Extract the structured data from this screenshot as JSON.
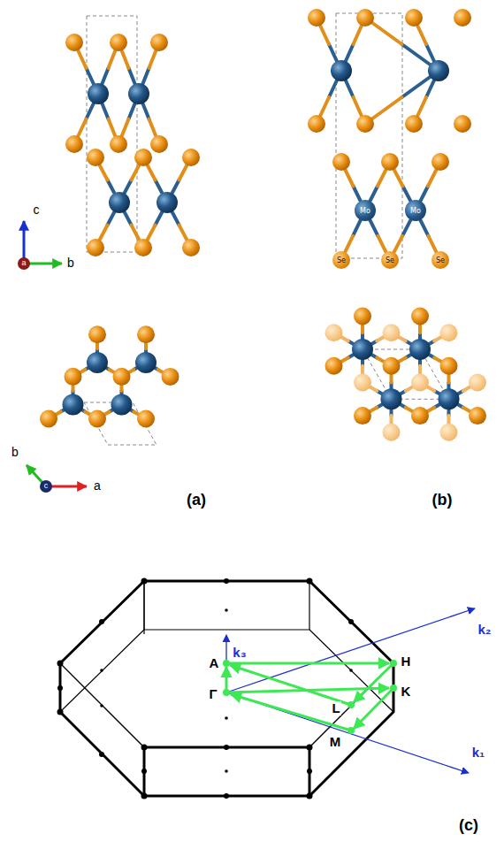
{
  "diagram": {
    "nodes": [
      {
        "text": [
          "Mo"
        ]
      },
      {
        "text": [
          "Mo"
        ]
      },
      {
        "text": [
          "Se"
        ]
      },
      {
        "text": [
          "Se"
        ]
      },
      {
        "text": [
          "Se"
        ]
      }
    ],
    "edges": [
      {
        "from": 0,
        "to": 2,
        "arrow": "none"
      },
      {
        "from": 0,
        "to": 3,
        "arrow": "none"
      },
      {
        "from": 1,
        "to": 3,
        "arrow": "none"
      },
      {
        "from": 1,
        "to": 4,
        "arrow": "none"
      }
    ],
    "labels": [
      "c",
      "a",
      "b",
      "b",
      "c",
      "a",
      "(a)",
      "(b)",
      "k₃",
      "A",
      "H",
      "Γ",
      "K",
      "L",
      "M",
      "k₂",
      "k₁",
      "(c)"
    ]
  }
}
